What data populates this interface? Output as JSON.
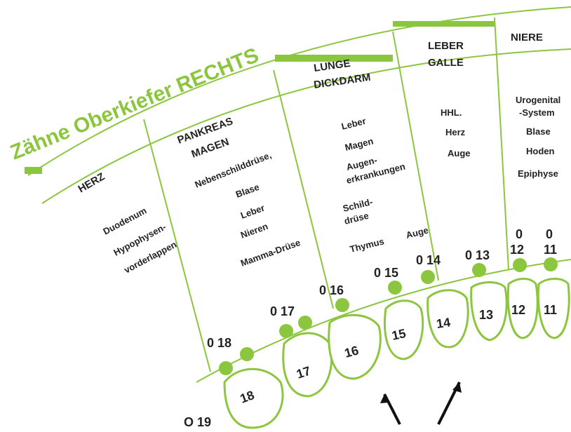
{
  "title": "Zähne Oberkiefer RECHTS",
  "colors": {
    "accent": "#8cc63f",
    "text": "#222222"
  },
  "sectors": [
    {
      "organ": "HERZ",
      "items": [
        "Duodenum",
        "Hypophysen-",
        "vorderlappen"
      ]
    },
    {
      "organ_lines": [
        "PANKREAS",
        "MAGEN"
      ],
      "items": [
        "Nebenschilddrüse,",
        "Blase",
        "Leber",
        "Nieren",
        "Mamma-Drüse"
      ]
    },
    {
      "organ_lines": [
        "LUNGE",
        "DICKDARM"
      ],
      "items": [
        "Leber",
        "Magen",
        "Augen-",
        "erkrankungen",
        "Schild-",
        "drüse",
        "Thymus",
        "Auge"
      ]
    },
    {
      "organ_lines": [
        "LEBER",
        "GALLE"
      ],
      "items": [
        "HHL.",
        "Herz",
        "Auge"
      ]
    },
    {
      "organ": "NIERE",
      "items": [
        "Urogenital",
        "-System",
        "Blase",
        "Hoden",
        "Epiphyse"
      ]
    }
  ],
  "tooth_numbers": [
    "18",
    "17",
    "16",
    "15",
    "14",
    "13",
    "12",
    "11"
  ],
  "point_labels": {
    "p18": "0 18",
    "p17": "0 17",
    "p16": "0 16",
    "p15": "0 15",
    "p14": "0 14",
    "p13": "0 13",
    "p12_zero": "0",
    "p12": "12",
    "p11_zero": "0",
    "p11": "11"
  },
  "footer_label": "O 19"
}
